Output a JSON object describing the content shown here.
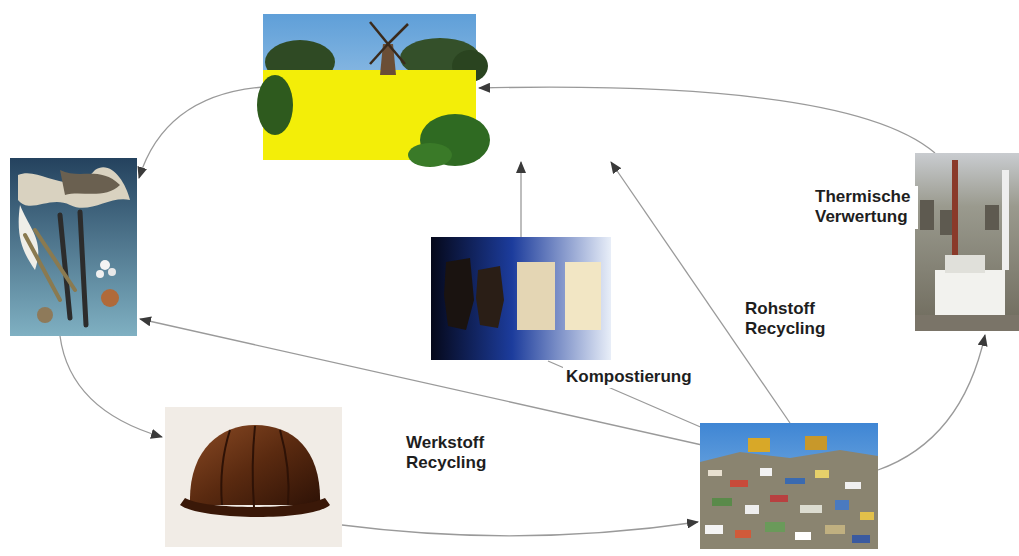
{
  "diagram": {
    "labels": [
      "Thermische Verwertung",
      "Rohstoff Recycling",
      "Kompostierung",
      "Werkstoff Recycling"
    ]
  }
}
